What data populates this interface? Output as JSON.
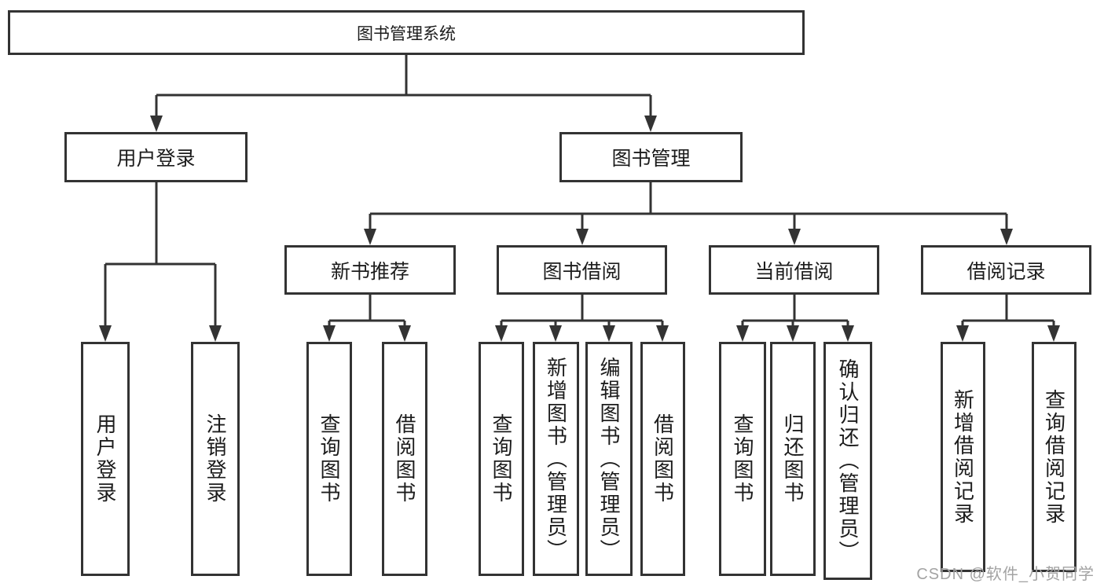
{
  "diagram": {
    "root": {
      "label": "图书管理系统"
    },
    "branches": [
      {
        "label": "用户登录",
        "children": [
          {
            "label": "用户登录"
          },
          {
            "label": "注销登录"
          }
        ]
      },
      {
        "label": "图书管理",
        "groups": [
          {
            "label": "新书推荐",
            "children": [
              {
                "label": "查询图书"
              },
              {
                "label": "借阅图书"
              }
            ]
          },
          {
            "label": "图书借阅",
            "children": [
              {
                "label": "查询图书"
              },
              {
                "label": "新增图书（管理员）"
              },
              {
                "label": "编辑图书（管理员）"
              },
              {
                "label": "借阅图书"
              }
            ]
          },
          {
            "label": "当前借阅",
            "children": [
              {
                "label": "查询图书"
              },
              {
                "label": "归还图书"
              },
              {
                "label": "确认归还（管理员）"
              }
            ]
          },
          {
            "label": "借阅记录",
            "children": [
              {
                "label": "新增借阅记录"
              },
              {
                "label": "查询借阅记录"
              }
            ]
          }
        ]
      }
    ]
  },
  "watermark": {
    "text": "CSDN @软件_小贺同学"
  },
  "colors": {
    "line": "#333333",
    "text": "#1c1c1c",
    "watermark": "#a3a3a3",
    "background": "#ffffff"
  }
}
